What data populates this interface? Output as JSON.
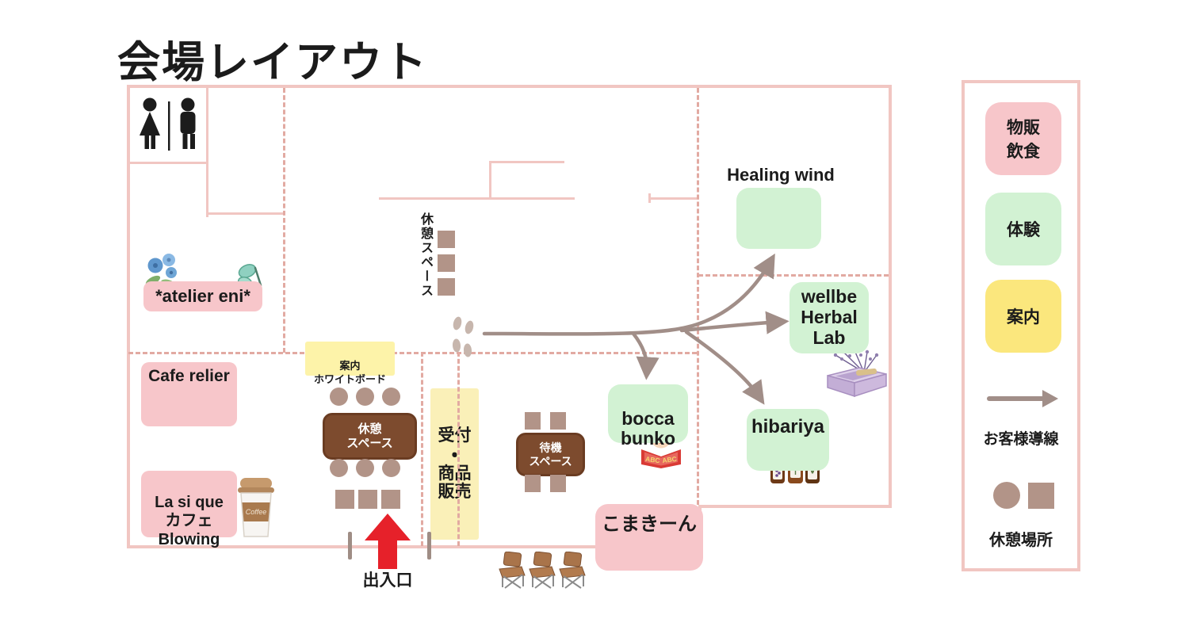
{
  "title": "会場レイアウト",
  "colors": {
    "wall": "#f1c6c2",
    "dash": "#e2aaa2",
    "pink": "#f7c6ca",
    "green": "#d2f2d3",
    "yellow_legend": "#fbe77d",
    "yellow_pale": "#faf0b8",
    "flow": "#a18e88",
    "table": "#7d4b2e",
    "seat": "#b29488",
    "entrance_red": "#e6212a"
  },
  "legend": {
    "items": [
      {
        "label": "物販\n飲食",
        "category": "goods-food",
        "color": "#f7c6ca"
      },
      {
        "label": "体験",
        "category": "experience",
        "color": "#d2f2d3"
      },
      {
        "label": "案内",
        "category": "information",
        "color": "#fbe77d"
      }
    ],
    "flow_label": "お客様導線",
    "rest_label": "休憩場所"
  },
  "booths": {
    "atelier_eni": {
      "label": "*atelier eni*",
      "category": "goods-food"
    },
    "cafe_relier": {
      "label": "Cafe relier",
      "category": "goods-food"
    },
    "la_si_que": {
      "label": "La si que\nカフェ\nBlowing",
      "category": "goods-food"
    },
    "komakin": {
      "label": "こまきーん",
      "category": "goods-food"
    },
    "bocca_bunko": {
      "label": "bocca\nbunko",
      "category": "experience"
    },
    "healing_wind": {
      "label": "Healing wind",
      "category": "experience"
    },
    "wellbe_herbal_lab": {
      "label": "wellbe\nHerbal\nLab",
      "category": "experience"
    },
    "hibariya": {
      "label": "hibariya",
      "category": "experience"
    }
  },
  "areas": {
    "rest_space_vertical": {
      "label": "休憩スペース"
    },
    "rest_space_table": {
      "label": "休憩\nスペース"
    },
    "waiting_space": {
      "label": "待機\nスペース"
    },
    "reception": {
      "label": "受付\n・\n商品\n販売"
    },
    "whiteboard": {
      "label": "案内\nホワイトボード"
    },
    "entrance": {
      "label": "出入口"
    }
  },
  "icons": [
    "restroom-icon",
    "flower-icon",
    "butterfly-icon",
    "onigiri-icon",
    "coffee-cup-icon",
    "reading-girl-icon",
    "massage-icon",
    "herbal-soap-icon",
    "oil-bottles-icon",
    "soup-bowl-icon",
    "sweet-potato-icon",
    "folding-chair-icon",
    "footprints-icon",
    "entrance-arrow-icon",
    "flow-arrow-icon"
  ]
}
